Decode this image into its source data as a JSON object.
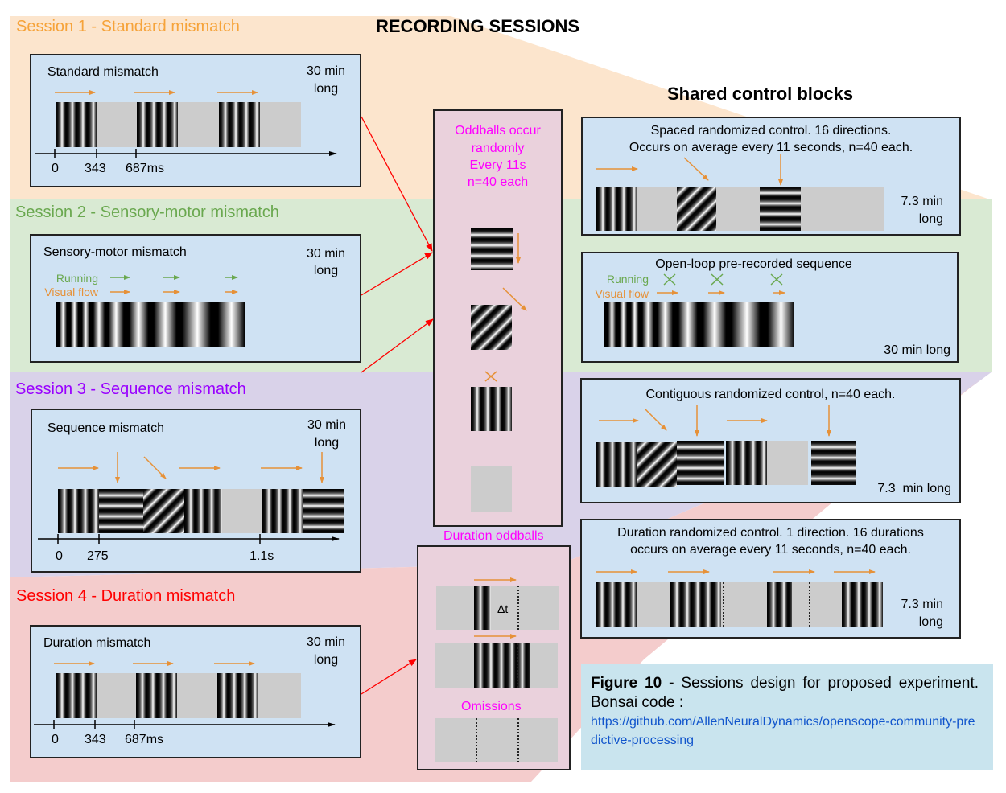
{
  "title": "RECORDING SESSIONS",
  "colors": {
    "session1": "#f6a33a",
    "session2": "#6aa84f",
    "session3": "#9900ff",
    "session4": "#ff0000",
    "band1": "#fce5cd",
    "band2": "#d9ead3",
    "band3": "#d9d2e9",
    "band4": "#f4cccc",
    "box": "#cfe2f3",
    "oddball_box": "#ead1dc",
    "oddball_text": "#ff00ff",
    "arrow_orange": "#e69138",
    "arrow_green": "#6aa84f",
    "connector_red": "#ff0000",
    "link": "#1155cc"
  },
  "sessions": [
    {
      "title": "Session 1 - Standard mismatch",
      "box_label": "Standard mismatch",
      "duration": [
        "30 min",
        "long"
      ],
      "ticks": [
        "0",
        "343",
        "687ms"
      ]
    },
    {
      "title": "Session 2 - Sensory-motor mismatch",
      "box_label": "Sensory-motor mismatch",
      "duration": [
        "30 min",
        "long"
      ],
      "running_label": "Running",
      "visual_flow_label": "Visual flow"
    },
    {
      "title": "Session 3 - Sequence mismatch",
      "box_label": "Sequence mismatch",
      "duration": [
        "30 min",
        "long"
      ],
      "ticks": [
        "0",
        "275",
        "1.1s"
      ]
    },
    {
      "title": "Session 4 - Duration mismatch",
      "box_label": "Duration mismatch",
      "duration": [
        "30 min",
        "long"
      ],
      "ticks": [
        "0",
        "343",
        "687ms"
      ]
    }
  ],
  "oddballs": {
    "lines": [
      "Oddballs occur",
      "randomly",
      "Every 11s",
      "n=40 each"
    ]
  },
  "duration_oddballs": {
    "title": "Duration oddballs",
    "delta_label": "Δt",
    "omissions_label": "Omissions"
  },
  "shared_controls": {
    "title": "Shared control blocks",
    "blocks": [
      {
        "lines": [
          "Spaced randomized control. 16 directions.",
          "Occurs on average every 11 seconds,  n=40 each."
        ],
        "duration": [
          "7.3 min",
          "long"
        ]
      },
      {
        "lines": [
          "Open-loop pre-recorded sequence"
        ],
        "running_label": "Running",
        "visual_flow_label": "Visual flow",
        "duration": [
          "30 min long"
        ]
      },
      {
        "lines": [
          "Contiguous randomized control, n=40 each."
        ],
        "duration": [
          "7.3  min long"
        ]
      },
      {
        "lines": [
          "Duration randomized control. 1 direction. 16 durations",
          "occurs on average every 11 seconds,  n=40 each."
        ],
        "duration": [
          "7.3 min",
          "long"
        ]
      }
    ]
  },
  "caption": {
    "bold": "Figure 10 -",
    "text": " Sessions design for proposed experiment. Bonsai code :",
    "link": "https://github.com/AllenNeuralDynamics/openscope-community-predictive-processing"
  }
}
